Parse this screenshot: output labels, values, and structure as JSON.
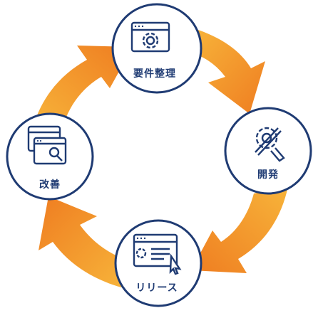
{
  "cycle": {
    "stages": [
      {
        "label": "要件整理",
        "icon": "window-gear-icon"
      },
      {
        "label": "開発",
        "icon": "gear-wrench-icon"
      },
      {
        "label": "リリース",
        "icon": "window-code-cursor-icon"
      },
      {
        "label": "改善",
        "icon": "windows-magnifier-icon"
      }
    ],
    "colors": {
      "navy": "#1f3b73",
      "arrow_orange": "#ef7d21",
      "arrow_light": "#f7b43a",
      "background": "#ffffff"
    }
  }
}
